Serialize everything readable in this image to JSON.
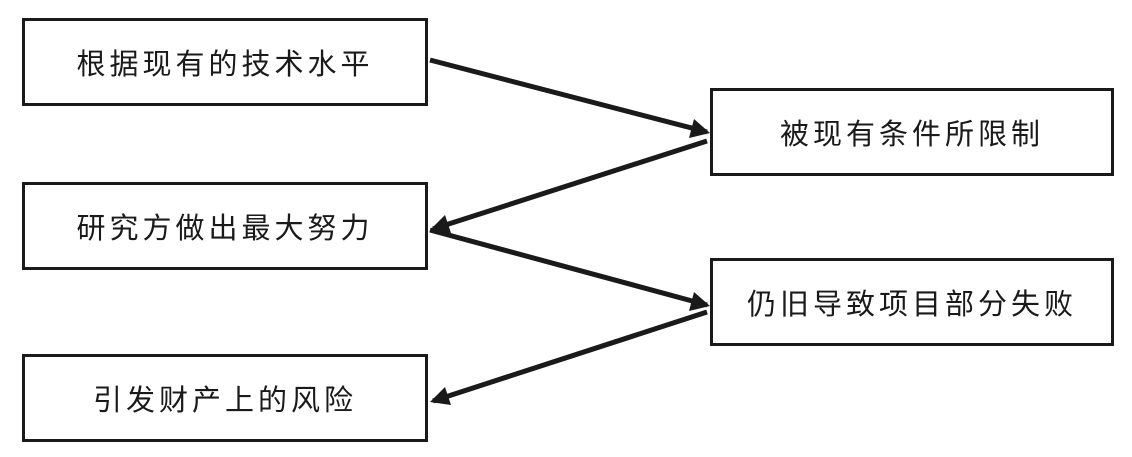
{
  "colors": {
    "stroke": "#1a1a1a",
    "background": "#ffffff"
  },
  "nodes": [
    {
      "id": "n1",
      "label": "根据现有的技术水平"
    },
    {
      "id": "n2",
      "label": "被现有条件所限制"
    },
    {
      "id": "n3",
      "label": "研究方做出最大努力"
    },
    {
      "id": "n4",
      "label": "仍旧导致项目部分失败"
    },
    {
      "id": "n5",
      "label": "引发财产上的风险"
    }
  ],
  "edges": [
    {
      "from": "n1",
      "to": "n2"
    },
    {
      "from": "n2",
      "to": "n3"
    },
    {
      "from": "n3",
      "to": "n4"
    },
    {
      "from": "n4",
      "to": "n5"
    }
  ]
}
